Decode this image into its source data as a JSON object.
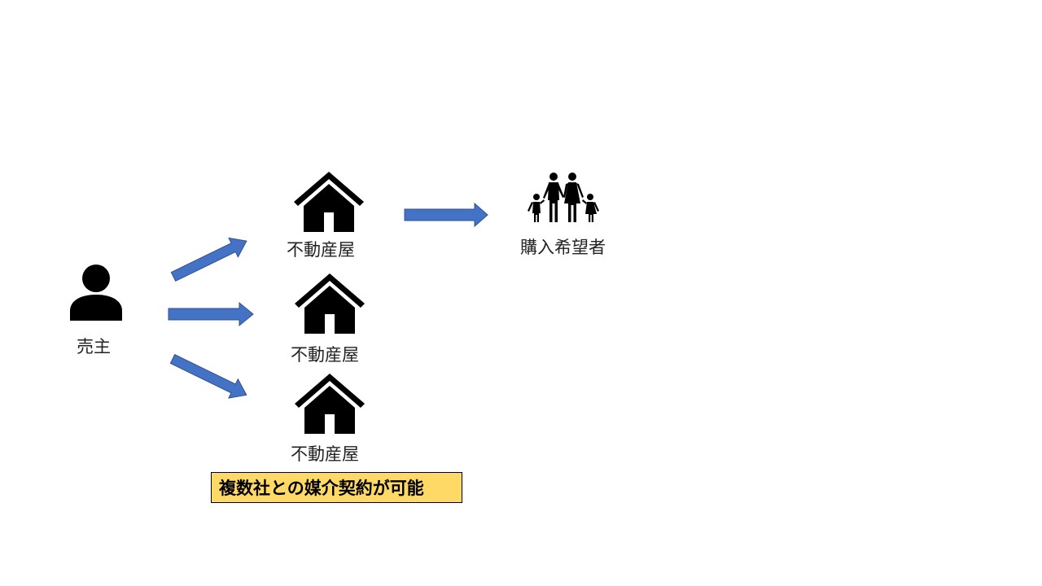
{
  "nodes": {
    "seller": {
      "label": "売主",
      "icon": "person-icon"
    },
    "agents": [
      {
        "label": "不動産屋",
        "icon": "house-icon"
      },
      {
        "label": "不動産屋",
        "icon": "house-icon"
      },
      {
        "label": "不動産屋",
        "icon": "house-icon"
      }
    ],
    "buyers": {
      "label": "購入希望者",
      "icon": "family-icon"
    }
  },
  "edges": [
    {
      "from": "seller",
      "to": "agent-1"
    },
    {
      "from": "seller",
      "to": "agent-2"
    },
    {
      "from": "seller",
      "to": "agent-3"
    },
    {
      "from": "agent-1",
      "to": "buyers"
    }
  ],
  "note": {
    "text": "複数社との媒介契約が可能"
  },
  "colors": {
    "arrow_fill": "#4472C4",
    "arrow_stroke": "#2F528F",
    "note_fill": "#FFD966",
    "icon": "#000000"
  }
}
